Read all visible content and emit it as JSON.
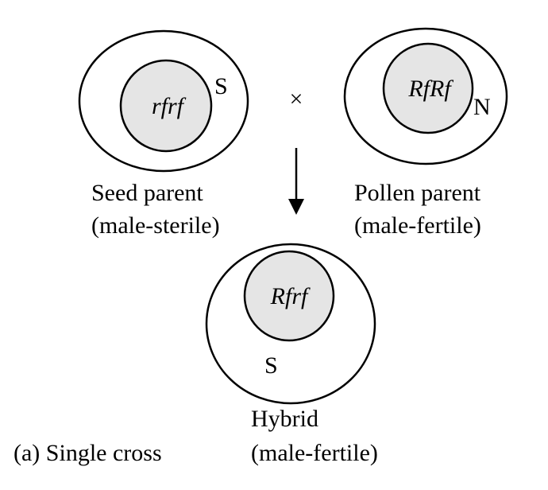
{
  "seed_parent": {
    "genotype": "rfrf",
    "cytoplasm": "S",
    "label_line1": "Seed parent",
    "label_line2": "(male-sterile)"
  },
  "cross_symbol": "×",
  "pollen_parent": {
    "genotype": "RfRf",
    "cytoplasm": "N",
    "label_line1": "Pollen parent",
    "label_line2": "(male-fertile)"
  },
  "hybrid": {
    "genotype": "Rfrf",
    "cytoplasm": "S",
    "label_line1": "Hybrid",
    "label_line2": "(male-fertile)"
  },
  "caption": "(a) Single cross"
}
